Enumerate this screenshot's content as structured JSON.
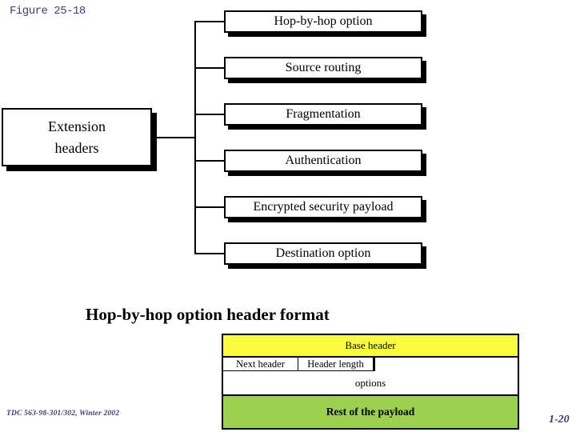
{
  "page": {
    "figure_label": "Figure 25-18",
    "subtitle": "Hop-by-hop option header format",
    "footer_left": "TDC 563-98-301/302, Winter 2002",
    "footer_right": "1-20",
    "accent_color": "#3D3D73"
  },
  "diagram": {
    "root_label_line1": "Extension",
    "root_label_line2": "headers",
    "nodes": [
      "Hop-by-hop option",
      "Source routing",
      "Fragmentation",
      "Authentication",
      "Encrypted security payload",
      "Destination option"
    ]
  },
  "format_table": {
    "base_header": "Base header",
    "next_header": "Next header",
    "header_length": "Header length",
    "options": "options",
    "payload": "Rest of the payload",
    "colors": {
      "base_header_bg": "#FCFC3F",
      "payload_bg": "#9CD150"
    }
  }
}
